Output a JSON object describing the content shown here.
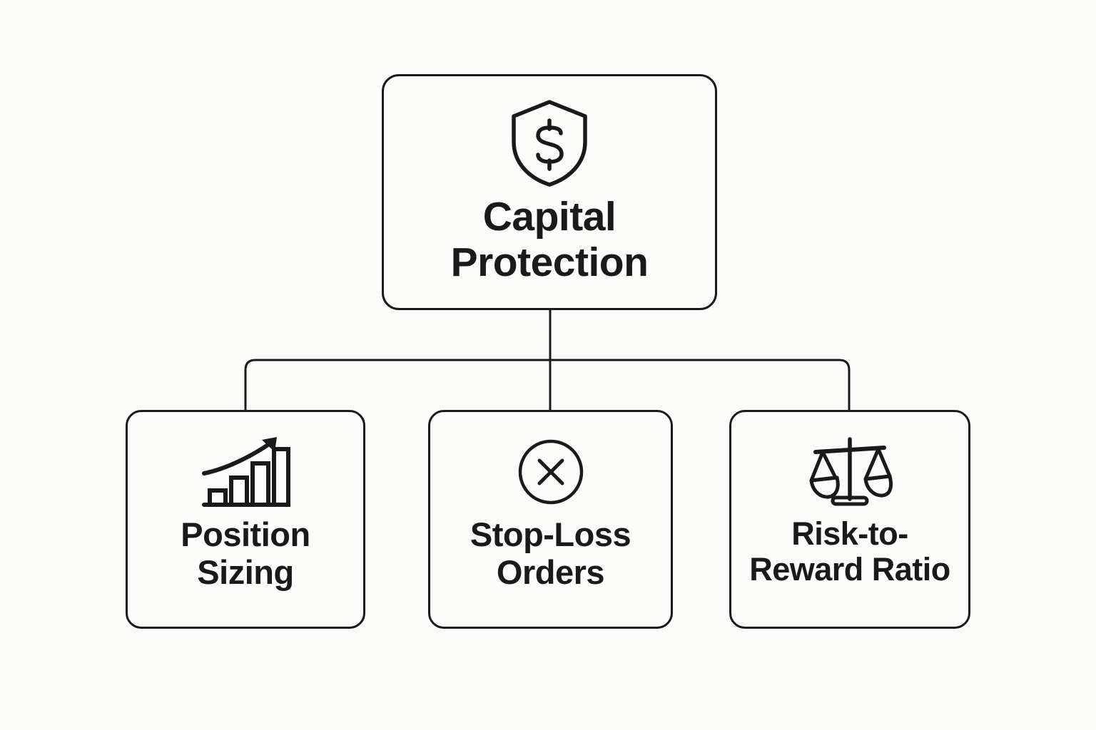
{
  "diagram": {
    "type": "hierarchy-tree",
    "title": "Capital Protection",
    "background_color": "#fcfcfa",
    "stroke_color": "#1a1a1a",
    "text_color": "#1a1a1a",
    "root": {
      "label": "Capital\nProtection",
      "icon": "shield-dollar-icon"
    },
    "children": [
      {
        "label": "Position\nSizing",
        "icon": "bar-chart-growth-icon"
      },
      {
        "label": "Stop-Loss\nOrders",
        "icon": "circle-x-icon"
      },
      {
        "label": "Risk-to-\nReward Ratio",
        "icon": "balance-scales-icon"
      }
    ]
  }
}
